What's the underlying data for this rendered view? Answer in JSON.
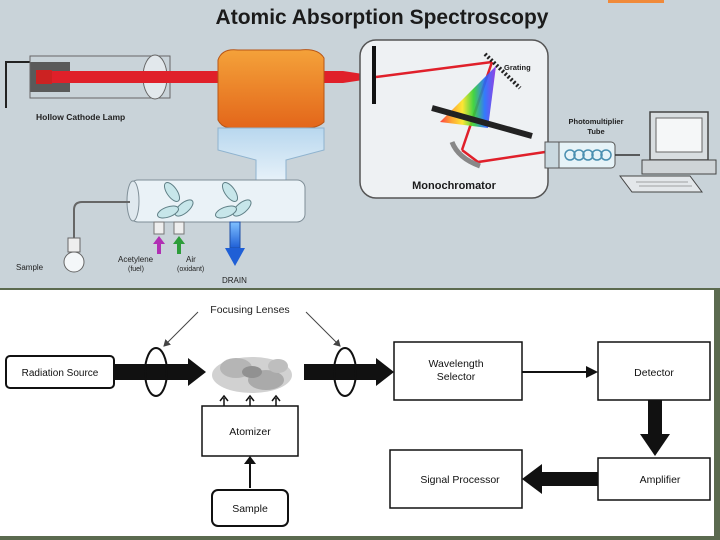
{
  "title": "Atomic Absorption Spectroscopy",
  "top_diagram": {
    "lamp_label": "Hollow Cathode Lamp",
    "grating_label": "Grating",
    "pmt_label_line1": "Photomultiplier",
    "pmt_label_line2": "Tube",
    "monochromator_label": "Monochromator",
    "sample_label": "Sample",
    "acetylene_label": "Acetylene",
    "fuel_label": "(fuel)",
    "air_label": "Air",
    "oxidant_label": "(oxidant)",
    "drain_label": "DRAIN"
  },
  "block_diagram": {
    "lenses_label": "Focusing Lenses",
    "radiation_source": "Radiation Source",
    "wavelength_selector_line1": "Wavelength",
    "wavelength_selector_line2": "Selector",
    "detector": "Detector",
    "atomizer": "Atomizer",
    "sample": "Sample",
    "amplifier": "Amplifier",
    "signal_processor": "Signal Processor"
  },
  "colors": {
    "background": "#5b6a4f",
    "top_panel": "#c9d3d9",
    "beam": "#e0202a",
    "flame_orange": "#f08a1e",
    "monochromator_fill": "#eef1f3"
  }
}
